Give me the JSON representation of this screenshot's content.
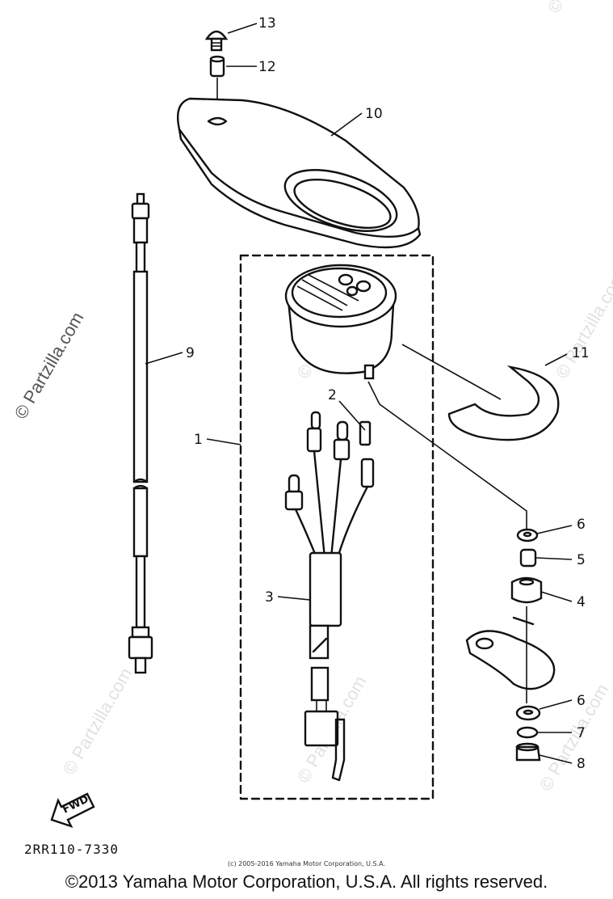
{
  "callouts": {
    "c1": "1",
    "c2": "2",
    "c3": "3",
    "c4": "4",
    "c5": "5",
    "c6a": "6",
    "c6b": "6",
    "c7": "7",
    "c8": "8",
    "c9": "9",
    "c10": "10",
    "c11": "11",
    "c12": "12",
    "c13": "13"
  },
  "fwd_label": "FWD",
  "diagram_code": "2RR110-7330",
  "small_copyright": "(c) 2005-2016 Yamaha Motor Corporation, U.S.A.",
  "main_copyright": "©2013 Yamaha Motor Corporation, U.S.A. All rights reserved.",
  "watermark": "© Partzilla.com",
  "watermark_big": "© Partzilla.com"
}
